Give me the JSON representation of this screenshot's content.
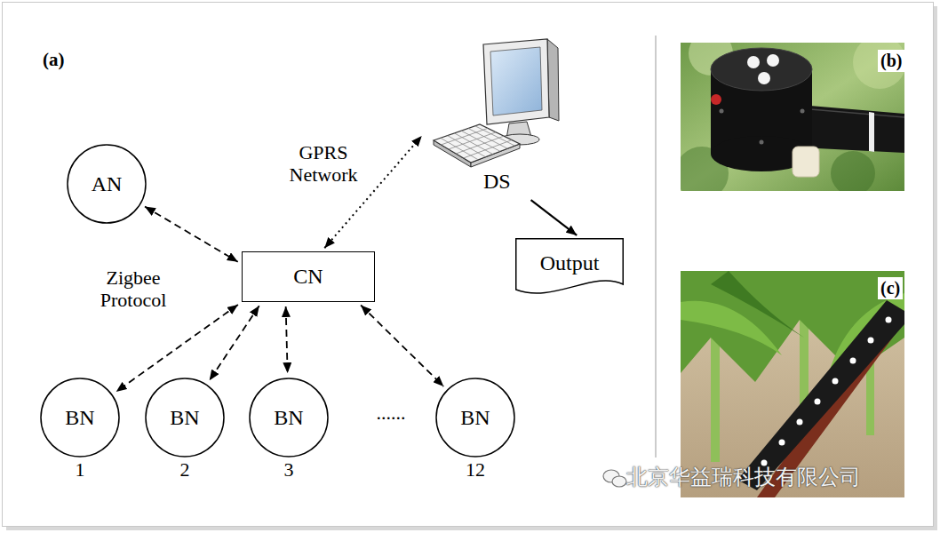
{
  "diagram": {
    "nodes": [
      {
        "text": [
          "AN"
        ]
      },
      {
        "text": [
          "CN"
        ]
      },
      {
        "text": [
          "DS"
        ]
      },
      {
        "text": [
          "Output"
        ]
      },
      {
        "text": [
          "BN"
        ]
      },
      {
        "text": [
          "BN"
        ]
      },
      {
        "text": [
          "BN"
        ]
      },
      {
        "text": [
          "BN"
        ]
      }
    ],
    "edges": [
      {
        "from": 0,
        "to": 1,
        "arrow": "both"
      },
      {
        "from": 1,
        "to": 2,
        "label": "GPRS Network",
        "arrow": "both"
      },
      {
        "from": 2,
        "to": 3,
        "arrow": "to"
      },
      {
        "from": 1,
        "to": 4,
        "arrow": "both"
      },
      {
        "from": 1,
        "to": 5,
        "arrow": "both"
      },
      {
        "from": 1,
        "to": 6,
        "arrow": "both"
      },
      {
        "from": 1,
        "to": 7,
        "arrow": "both"
      }
    ],
    "labels": [
      "(a)",
      "Zigbee Protocol",
      "1",
      "2",
      "3",
      "......",
      "12",
      "(b)",
      "(c)",
      "北京华益瑞科技有限公司"
    ]
  }
}
